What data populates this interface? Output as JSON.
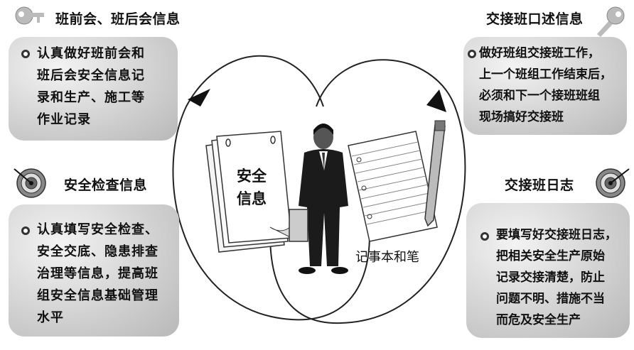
{
  "panels": {
    "top_left": {
      "heading": "班前会、班后会信息",
      "lines": [
        "认真做好班前会和",
        "班后会安全信息记",
        "录和生产、施工等",
        "作业记录"
      ]
    },
    "bottom_left": {
      "heading": "安全检查信息",
      "lines": [
        "认真填写安全检查、",
        "安全交底、隐患排查",
        "治理等信息，提高班",
        "组安全信息基础管理",
        "水平"
      ]
    },
    "top_right": {
      "heading": "交接班口述信息",
      "lines": [
        "做好班组交接班工作，",
        "上一个班组工作结束后，",
        "必须和下一个接班班组",
        "现场搞好交接班"
      ]
    },
    "bottom_right": {
      "heading": "交接班日志",
      "lines": [
        "要填写好交接班日志，",
        "把相关安全生产原始",
        "记录交接清楚，防止",
        "问题不明、措施不当",
        "而危及安全生产"
      ]
    }
  },
  "center": {
    "document_label_line1": "安全",
    "document_label_line2": "信息",
    "notebook_caption": "记事本和笔"
  },
  "icons": {
    "top_left": "key-icon",
    "bottom_left": "target-icon",
    "top_right": "key-icon",
    "bottom_right": "target-icon",
    "center": "businessman-icon"
  }
}
